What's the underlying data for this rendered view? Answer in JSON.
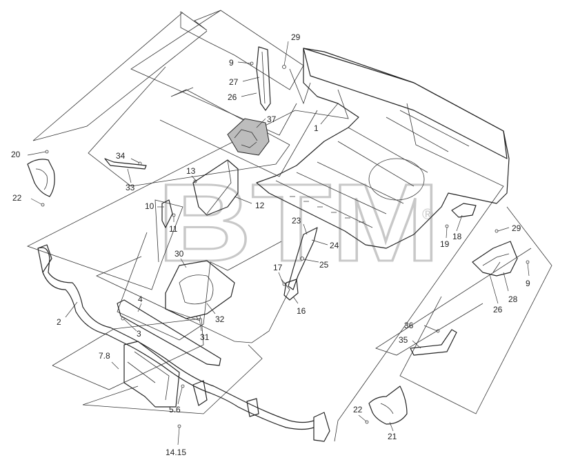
{
  "watermark": {
    "text": "BTM",
    "mark": "®"
  },
  "callouts": [
    {
      "id": "c29a",
      "text": "29"
    },
    {
      "id": "c9a",
      "text": "9"
    },
    {
      "id": "c27",
      "text": "27"
    },
    {
      "id": "c26a",
      "text": "26"
    },
    {
      "id": "c37",
      "text": "37"
    },
    {
      "id": "c1",
      "text": "1"
    },
    {
      "id": "c20",
      "text": "20"
    },
    {
      "id": "c34",
      "text": "34"
    },
    {
      "id": "c33",
      "text": "33"
    },
    {
      "id": "c22a",
      "text": "22"
    },
    {
      "id": "c13",
      "text": "13"
    },
    {
      "id": "c12",
      "text": "12"
    },
    {
      "id": "c10",
      "text": "10"
    },
    {
      "id": "c11",
      "text": "11"
    },
    {
      "id": "c23",
      "text": "23"
    },
    {
      "id": "c24",
      "text": "24"
    },
    {
      "id": "c25",
      "text": "25"
    },
    {
      "id": "c17",
      "text": "17"
    },
    {
      "id": "c16",
      "text": "16"
    },
    {
      "id": "c18",
      "text": "18"
    },
    {
      "id": "c19",
      "text": "19"
    },
    {
      "id": "c29b",
      "text": "29"
    },
    {
      "id": "c9b",
      "text": "9"
    },
    {
      "id": "c28",
      "text": "28"
    },
    {
      "id": "c26b",
      "text": "26"
    },
    {
      "id": "c30",
      "text": "30"
    },
    {
      "id": "c4",
      "text": "4"
    },
    {
      "id": "c32",
      "text": "32"
    },
    {
      "id": "c31",
      "text": "31"
    },
    {
      "id": "c3",
      "text": "3"
    },
    {
      "id": "c2",
      "text": "2"
    },
    {
      "id": "c78",
      "text": "7.8"
    },
    {
      "id": "c56",
      "text": "5.6"
    },
    {
      "id": "c1415",
      "text": "14.15"
    },
    {
      "id": "c36",
      "text": "36"
    },
    {
      "id": "c35",
      "text": "35"
    },
    {
      "id": "c22b",
      "text": "22"
    },
    {
      "id": "c21",
      "text": "21"
    }
  ]
}
